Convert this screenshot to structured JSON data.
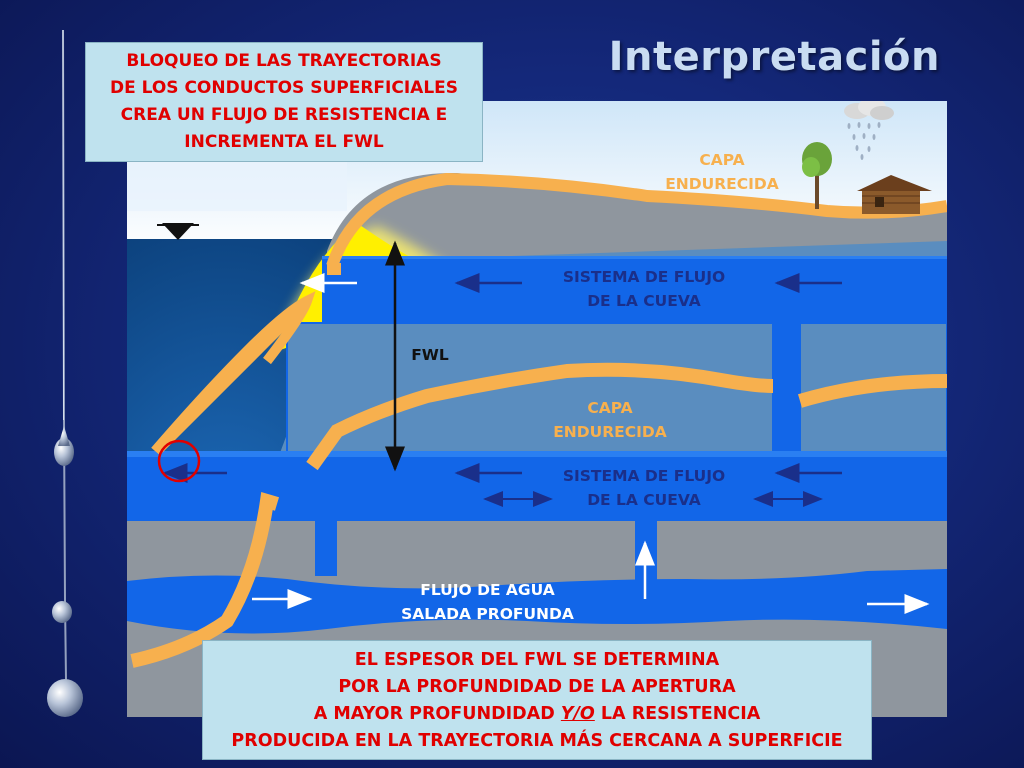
{
  "slide": {
    "title": "Interpretación"
  },
  "callout_top": {
    "lines": [
      "BLOQUEO DE LAS TRAYECTORIAS",
      "DE LOS CONDUCTOS SUPERFICIALES",
      "CREA UN FLUJO DE RESISTENCIA E",
      "INCREMENTA EL FWL"
    ]
  },
  "callout_bottom": {
    "line1": "EL ESPESOR DEL FWL SE DETERMINA",
    "line2": "POR LA PROFUNDIDAD DE LA APERTURA",
    "line3_pre": "A MAYOR PROFUNDIDAD ",
    "line3_em": "Y/O",
    "line3_post": " LA RESISTENCIA",
    "line4": "PRODUCIDA EN LA TRAYECTORIA MÁS CERCANA A SUPERFICIE"
  },
  "diagram": {
    "capa_top": [
      "CAPA",
      "ENDURECIDA"
    ],
    "sistema_upper": [
      "SISTEMA DE FLUJO",
      "DE LA CUEVA"
    ],
    "fwl": "FWL",
    "capa_mid": [
      "CAPA",
      "ENDURECIDA"
    ],
    "sistema_lower": [
      "SISTEMA DE FLUJO",
      "DE LA CUEVA"
    ],
    "flujo_profundo": [
      "FLUJO DE AGUA",
      "SALADA PROFUNDA"
    ]
  },
  "colors": {
    "callout_text": "#e00000",
    "callout_bg": "#bfe2ee",
    "layer_orange": "#f7b04e",
    "cave_blue": "#1266e8",
    "sea_dark": "#0b3f7a",
    "rock_grey": "#8f969e",
    "deposit_yellow": "#fff000"
  },
  "icons": [
    "drip-icon",
    "rain-cloud-icon",
    "tree-icon",
    "cabin-icon",
    "water-table-triangle-icon"
  ]
}
